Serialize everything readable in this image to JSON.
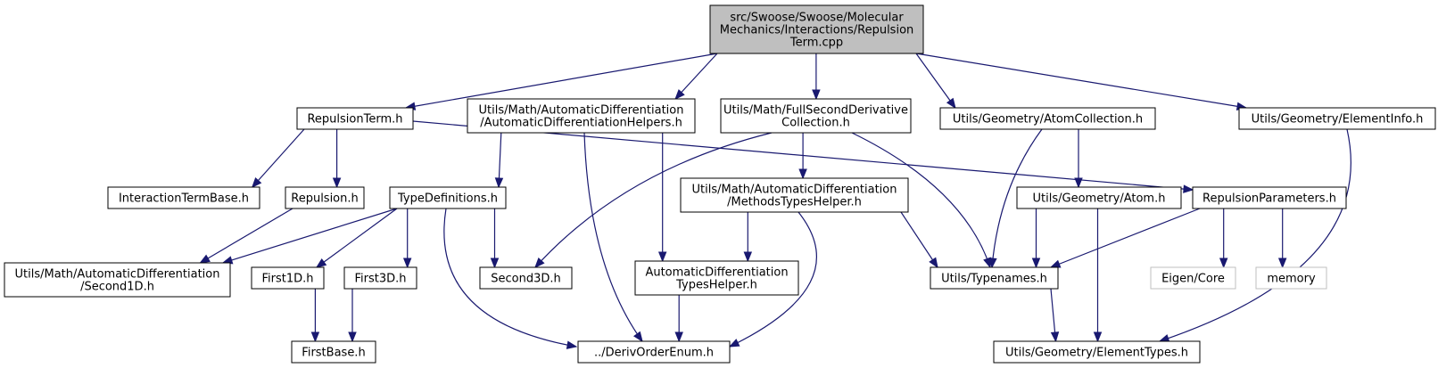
{
  "colors": {
    "edge": "#191970",
    "node_border": "#000000",
    "node_fill": "#ffffff",
    "root_fill": "#bfbfbf",
    "external_border": "#bfbfbf"
  },
  "nodes": {
    "root": [
      "src/Swoose/Swoose/Molecular",
      "Mechanics/Interactions/Repulsion",
      "Term.cpp"
    ],
    "repulsion_term_h": [
      "RepulsionTerm.h"
    ],
    "autodiff_helpers_h": [
      "Utils/Math/AutomaticDifferentiation",
      "/AutomaticDifferentiationHelpers.h"
    ],
    "full_second_deriv_h": [
      "Utils/Math/FullSecondDerivative",
      "Collection.h"
    ],
    "atom_collection_h": [
      "Utils/Geometry/AtomCollection.h"
    ],
    "element_info_h": [
      "Utils/Geometry/ElementInfo.h"
    ],
    "interaction_term_base_h": [
      "InteractionTermBase.h"
    ],
    "repulsion_h": [
      "Repulsion.h"
    ],
    "type_definitions_h": [
      "TypeDefinitions.h"
    ],
    "methods_types_helper_h": [
      "Utils/Math/AutomaticDifferentiation",
      "/MethodsTypesHelper.h"
    ],
    "atom_h": [
      "Utils/Geometry/Atom.h"
    ],
    "repulsion_parameters_h": [
      "RepulsionParameters.h"
    ],
    "second1d_h": [
      "Utils/Math/AutomaticDifferentiation",
      "/Second1D.h"
    ],
    "first1d_h": [
      "First1D.h"
    ],
    "first3d_h": [
      "First3D.h"
    ],
    "second3d_h": [
      "Second3D.h"
    ],
    "autodiff_types_helper_h": [
      "AutomaticDifferentiation",
      "TypesHelper.h"
    ],
    "typenames_h": [
      "Utils/Typenames.h"
    ],
    "eigen_core": [
      "Eigen/Core"
    ],
    "memory": [
      "memory"
    ],
    "first_base_h": [
      "FirstBase.h"
    ],
    "deriv_order_enum_h": [
      "../DerivOrderEnum.h"
    ],
    "element_types_h": [
      "Utils/Geometry/ElementTypes.h"
    ]
  },
  "edges": [
    [
      "root",
      "repulsion_term_h"
    ],
    [
      "root",
      "autodiff_helpers_h"
    ],
    [
      "root",
      "full_second_deriv_h"
    ],
    [
      "root",
      "atom_collection_h"
    ],
    [
      "root",
      "element_info_h"
    ],
    [
      "repulsion_term_h",
      "interaction_term_base_h"
    ],
    [
      "repulsion_term_h",
      "repulsion_h"
    ],
    [
      "repulsion_term_h",
      "repulsion_parameters_h"
    ],
    [
      "autodiff_helpers_h",
      "type_definitions_h"
    ],
    [
      "autodiff_helpers_h",
      "autodiff_types_helper_h"
    ],
    [
      "autodiff_helpers_h",
      "deriv_order_enum_h"
    ],
    [
      "full_second_deriv_h",
      "methods_types_helper_h"
    ],
    [
      "full_second_deriv_h",
      "second3d_h"
    ],
    [
      "full_second_deriv_h",
      "typenames_h"
    ],
    [
      "atom_collection_h",
      "atom_h"
    ],
    [
      "atom_collection_h",
      "typenames_h"
    ],
    [
      "element_info_h",
      "element_types_h"
    ],
    [
      "repulsion_h",
      "second1d_h"
    ],
    [
      "type_definitions_h",
      "second1d_h"
    ],
    [
      "type_definitions_h",
      "first1d_h"
    ],
    [
      "type_definitions_h",
      "first3d_h"
    ],
    [
      "type_definitions_h",
      "second3d_h"
    ],
    [
      "type_definitions_h",
      "deriv_order_enum_h"
    ],
    [
      "methods_types_helper_h",
      "autodiff_types_helper_h"
    ],
    [
      "methods_types_helper_h",
      "typenames_h"
    ],
    [
      "methods_types_helper_h",
      "deriv_order_enum_h"
    ],
    [
      "atom_h",
      "typenames_h"
    ],
    [
      "atom_h",
      "element_types_h"
    ],
    [
      "repulsion_parameters_h",
      "typenames_h"
    ],
    [
      "repulsion_parameters_h",
      "eigen_core"
    ],
    [
      "repulsion_parameters_h",
      "memory"
    ],
    [
      "first1d_h",
      "first_base_h"
    ],
    [
      "first3d_h",
      "first_base_h"
    ],
    [
      "autodiff_types_helper_h",
      "deriv_order_enum_h"
    ],
    [
      "typenames_h",
      "element_types_h"
    ]
  ]
}
